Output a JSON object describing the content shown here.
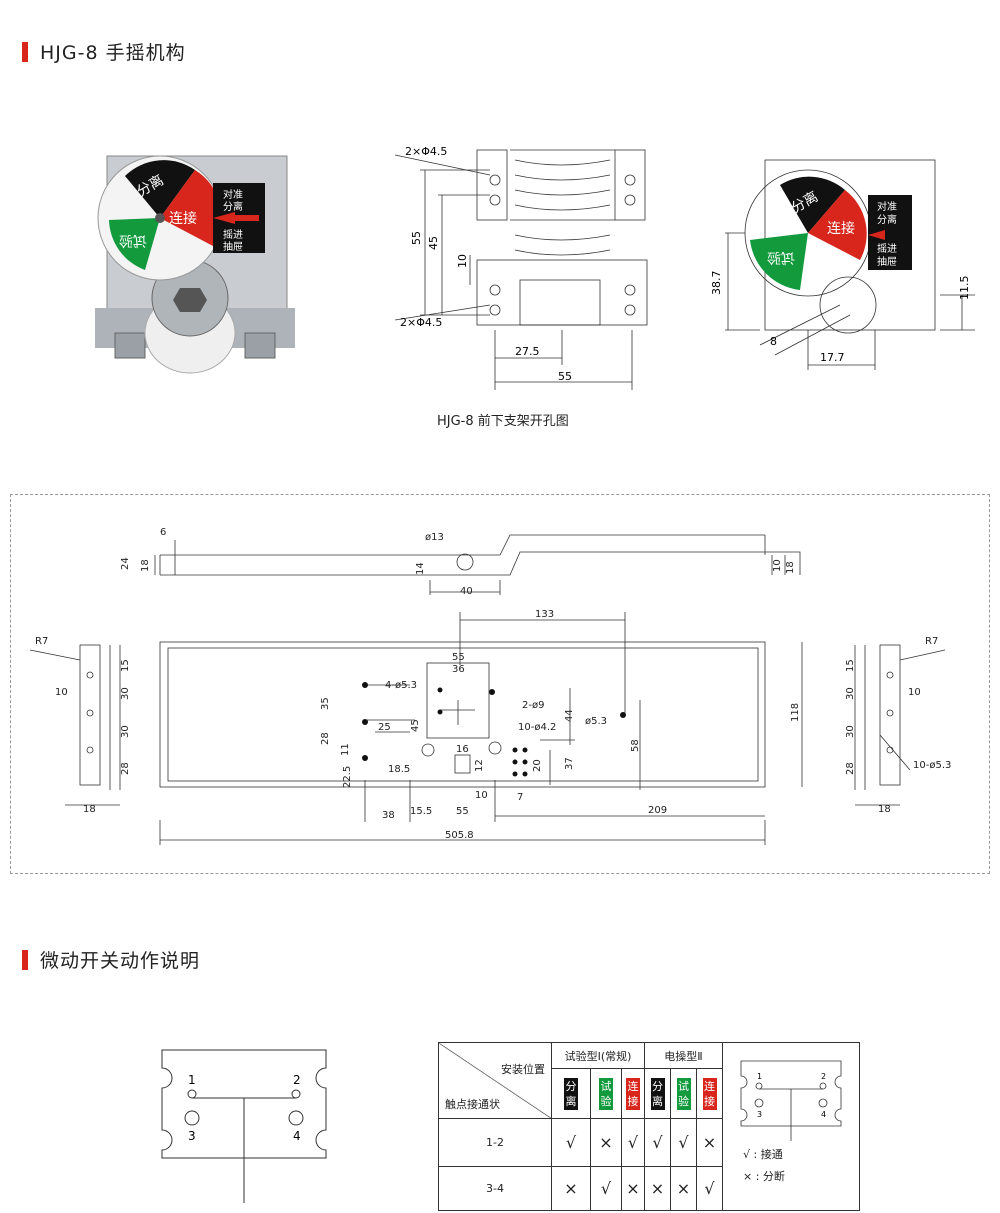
{
  "section1": {
    "title": "HJG-8 手摇机构"
  },
  "dial": {
    "seg_split": "分离",
    "seg_connect": "连接",
    "seg_test": "试验",
    "pointer_label_1": "对准\n分离",
    "pointer_label_2": "摇进\n抽屉"
  },
  "drawing1": {
    "hole_label_top": "2×Φ4.5",
    "hole_label_bottom": "2×Φ4.5",
    "dim_55v": "55",
    "dim_45v": "45",
    "dim_10v": "10",
    "dim_27_5": "27.5",
    "dim_55h": "55"
  },
  "drawing2": {
    "dim_38_7": "38.7",
    "dim_11_5": "11.5",
    "dim_8": "8",
    "dim_17_7": "17.7"
  },
  "caption": "HJG-8 前下支架开孔图",
  "bracket": {
    "top_6": "6",
    "top_24": "24",
    "top_18": "18",
    "top_phi13": "ø13",
    "top_14": "14",
    "top_40": "40",
    "top_10": "10",
    "top_18r": "18",
    "left_R7": "R7",
    "left_10": "10",
    "left_15": "15",
    "left_30a": "30",
    "left_30b": "30",
    "left_28": "28",
    "left_18": "18",
    "d133": "133",
    "d55": "55",
    "d36": "36",
    "d4phi": "4-ø5.3",
    "d2phi9": "2-ø9",
    "d10phi": "10-ø4.2",
    "d35": "35",
    "d28": "28",
    "d25": "25",
    "d45": "45",
    "d44": "44",
    "d11": "11",
    "d22_5": "22.5",
    "d18_5": "18.5",
    "d16": "16",
    "d12": "12",
    "d10": "10",
    "d20": "20",
    "d37": "37",
    "d7": "7",
    "d58": "58",
    "dphi5_3": "ø5.3",
    "d118": "118",
    "d38": "38",
    "d15_5": "15.5",
    "d55b": "55",
    "d209": "209",
    "d505": "505.8",
    "right_R7": "R7",
    "right_15": "15",
    "right_30a": "30",
    "right_10": "10",
    "right_30b": "30",
    "right_28": "28",
    "right_10phi": "10-ø5.3",
    "right_18": "18"
  },
  "section2": {
    "title": "微动开关动作说明"
  },
  "switch": {
    "p1": "1",
    "p2": "2",
    "p3": "3",
    "p4": "4"
  },
  "table": {
    "corner_top": "安装位置",
    "corner_bottom": "触点接通状",
    "group1": "试验型Ⅰ(常规)",
    "group2": "电操型Ⅱ",
    "cols": [
      "分离",
      "试验",
      "连接",
      "分离",
      "试验",
      "连接"
    ],
    "col_colors": [
      "#111111",
      "#129a3d",
      "#d8261c",
      "#111111",
      "#129a3d",
      "#d8261c"
    ],
    "rows": [
      {
        "label": "1-2",
        "marks": [
          "√",
          "×",
          "√",
          "√",
          "√",
          "×"
        ]
      },
      {
        "label": "3-4",
        "marks": [
          "×",
          "√",
          "×",
          "×",
          "×",
          "√"
        ]
      }
    ],
    "legend_on": "√ : 接通",
    "legend_off": "× : 分断",
    "mini": {
      "p1": "1",
      "p2": "2",
      "p3": "3",
      "p4": "4"
    }
  }
}
